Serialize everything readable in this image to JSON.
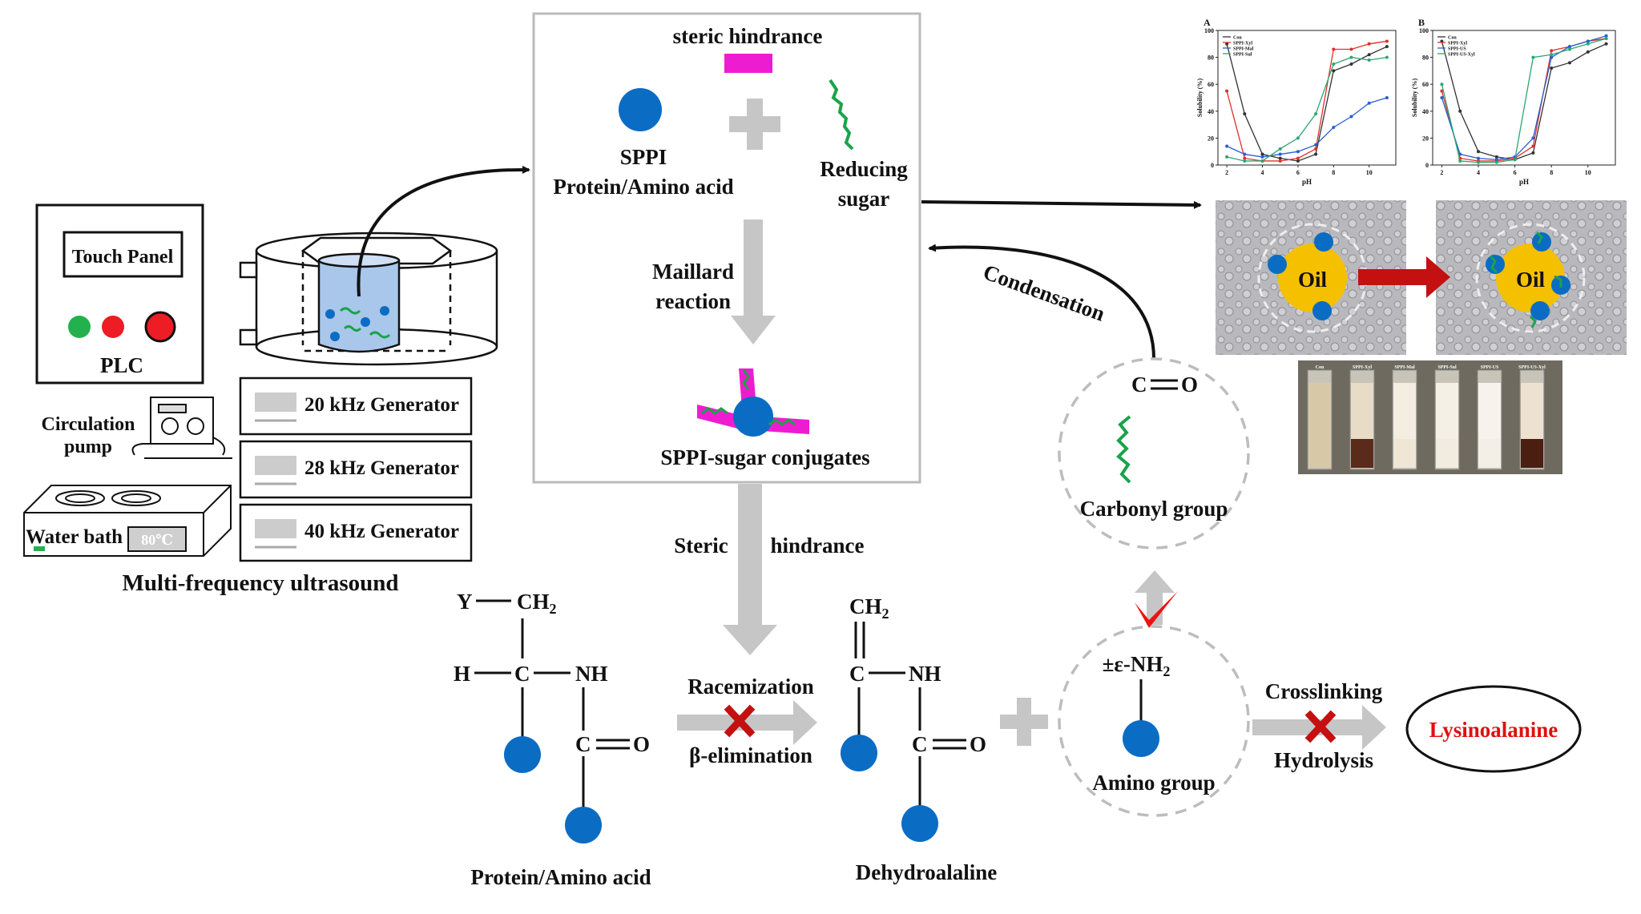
{
  "equipment": {
    "touch_panel": "Touch Panel",
    "plc": "PLC",
    "circulation_pump_line1": "Circulation",
    "circulation_pump_line2": "pump",
    "water_bath": "Water bath",
    "temperature": "80℃",
    "generators": [
      "20 kHz Generator",
      "28 kHz Generator",
      "40 kHz Generator"
    ],
    "caption": "Multi-frequency ultrasound"
  },
  "maillard_box": {
    "steric_hindrance": "steric hindrance",
    "sppi_line1": "SPPI",
    "sppi_line2": "Protein/Amino acid",
    "reducing_sugar_line1": "Reducing",
    "reducing_sugar_line2": "sugar",
    "maillard_line1": "Maillard",
    "maillard_line2": "reaction",
    "conjugates": "SPPI-sugar conjugates"
  },
  "steric_arrow": {
    "left": "Steric",
    "right": "hindrance"
  },
  "condensation": "Condensation",
  "oil_label": "Oil",
  "carbonyl": {
    "c": "C",
    "o": "O",
    "caption": "Carbonyl group"
  },
  "protein_structure": {
    "y": "Y",
    "ch2": "CH",
    "ch2_sub": "2",
    "h": "H",
    "c": "C",
    "nh": "NH",
    "c2": "C",
    "o": "O",
    "caption": "Protein/Amino acid"
  },
  "elimination": {
    "top": "Racemization",
    "bottom": "β-elimination"
  },
  "dehydro": {
    "ch2": "CH",
    "ch2_sub": "2",
    "c": "C",
    "nh": "NH",
    "c2": "C",
    "o": "O",
    "caption": "Dehydroalaline"
  },
  "amino": {
    "label": "±ε-NH",
    "label_sub": "2",
    "caption": "Amino group"
  },
  "crosslink": {
    "top": "Crosslinking",
    "bottom": "Hydrolysis"
  },
  "lysinoalanine": "Lysinoalanine",
  "solubility_charts": {
    "panel_a": "A",
    "panel_b": "B",
    "ylabel": "Solubility (%)",
    "xlabel": "pH",
    "y_ticks": [
      "0",
      "20",
      "40",
      "60",
      "80",
      "100"
    ],
    "x_ticks": [
      "2",
      "4",
      "6",
      "8",
      "10"
    ]
  },
  "tube_labels": [
    "Con",
    "SPPI-Xyl",
    "SPPI-Mal",
    "SPPI-Sul",
    "SPPI-US",
    "SPPI-US-Xyl"
  ],
  "colors": {
    "blue": "#0b6cc4",
    "magenta": "#ee1cd1",
    "green": "#1aa34a",
    "gray_arrow": "#c6c6c6",
    "red_arrow": "#c41010",
    "oil": "#f5c000"
  },
  "chart_data": [
    {
      "type": "line",
      "panel": "A",
      "xlabel": "pH",
      "ylabel": "Solubility (%)",
      "x": [
        2,
        3,
        4,
        5,
        6,
        7,
        8,
        9,
        10,
        11
      ],
      "ylim": [
        0,
        100
      ],
      "series": [
        {
          "name": "Con",
          "color": "#333333",
          "values": [
            90,
            38,
            8,
            5,
            3,
            8,
            70,
            75,
            82,
            88
          ]
        },
        {
          "name": "SPPI-Xyl",
          "color": "#e0302a",
          "values": [
            55,
            5,
            3,
            3,
            5,
            12,
            86,
            86,
            90,
            92
          ]
        },
        {
          "name": "SPPI-Mal",
          "color": "#2a5fd0",
          "values": [
            14,
            8,
            6,
            8,
            10,
            15,
            28,
            36,
            46,
            50
          ]
        },
        {
          "name": "SPPI-Sul",
          "color": "#2aa870",
          "values": [
            6,
            3,
            3,
            12,
            20,
            38,
            75,
            80,
            78,
            80
          ]
        }
      ]
    },
    {
      "type": "line",
      "panel": "B",
      "xlabel": "pH",
      "ylabel": "Solubility (%)",
      "x": [
        2,
        3,
        4,
        5,
        6,
        7,
        8,
        9,
        10,
        11
      ],
      "ylim": [
        0,
        100
      ],
      "series": [
        {
          "name": "Con",
          "color": "#333333",
          "values": [
            92,
            40,
            10,
            6,
            4,
            9,
            72,
            76,
            84,
            90
          ]
        },
        {
          "name": "SPPI-Xyl",
          "color": "#e0302a",
          "values": [
            55,
            5,
            3,
            3,
            5,
            14,
            85,
            88,
            92,
            94
          ]
        },
        {
          "name": "SPPI-US",
          "color": "#2a5fd0",
          "values": [
            50,
            8,
            5,
            4,
            6,
            20,
            80,
            88,
            92,
            96
          ]
        },
        {
          "name": "SPPI-US-Xyl",
          "color": "#2aa870",
          "values": [
            60,
            3,
            2,
            2,
            4,
            80,
            82,
            86,
            90,
            94
          ]
        }
      ]
    }
  ]
}
